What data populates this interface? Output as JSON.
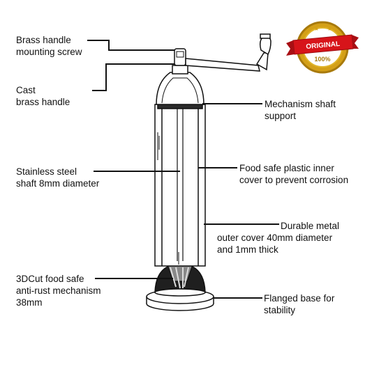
{
  "labels": {
    "brass_handle_screw": [
      "Brass handle",
      "mounting screw"
    ],
    "cast_brass_handle": [
      "Cast",
      "brass handle"
    ],
    "mechanism_shaft_support": [
      "Mechanism shaft",
      "support"
    ],
    "stainless_steel_shaft": [
      "Stainless steel",
      "shaft 8mm diameter"
    ],
    "food_safe_cover": [
      "Food safe plastic inner",
      "cover to prevent corrosion"
    ],
    "durable_outer_cover": [
      "Durable metal",
      "outer cover 40mm diameter",
      "and 1mm thick"
    ],
    "mechanism_3dcut": [
      "3DCut food safe",
      "anti-rust mechanism",
      "38mm"
    ],
    "flanged_base": [
      "Flanged base for",
      "stability"
    ]
  },
  "badge": {
    "line1": "ORIGINAL",
    "line2": "100%",
    "colors": {
      "gold": "#d4a017",
      "gold_dark": "#a87a0c",
      "ribbon": "#d7141a",
      "text": "#ffffff"
    }
  },
  "colors": {
    "line": "#111111",
    "body_fill": "#ffffff",
    "dark_band": "#2a2a2a"
  }
}
